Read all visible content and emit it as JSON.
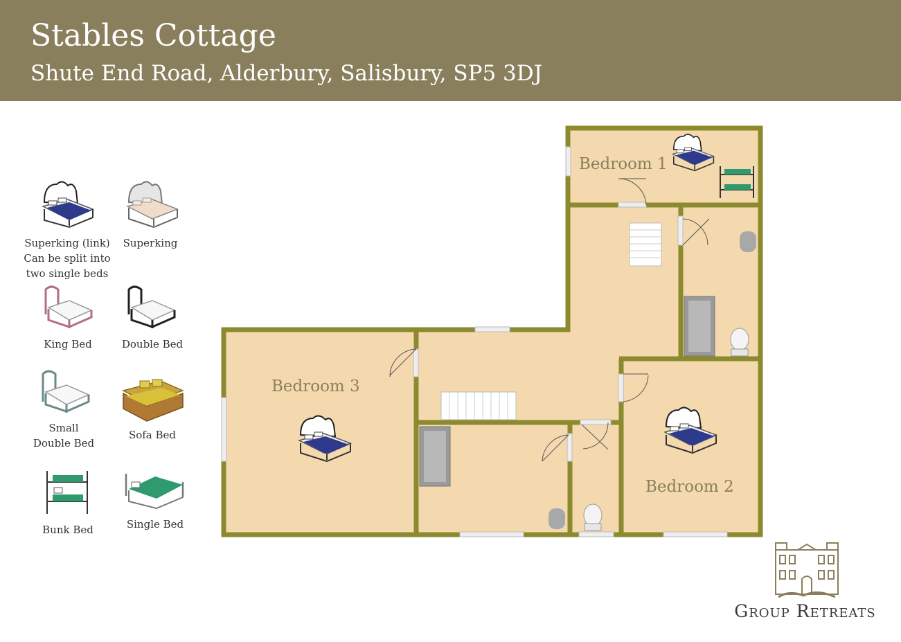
{
  "header": {
    "title": "Stables Cottage",
    "subtitle": "Shute End Road, Alderbury, Salisbury, SP5 3DJ",
    "background_color": "#8a7f5c"
  },
  "legend": {
    "items": [
      {
        "label": "Superking (link)\nCan be split into\ntwo single beds",
        "icon": "superking-link-bed-icon"
      },
      {
        "label": "Superking",
        "icon": "superking-bed-icon"
      },
      {
        "label": "King Bed",
        "icon": "king-bed-icon"
      },
      {
        "label": "Double Bed",
        "icon": "double-bed-icon"
      },
      {
        "label": "Small\nDouble Bed",
        "icon": "small-double-bed-icon"
      },
      {
        "label": "Sofa Bed",
        "icon": "sofa-bed-icon"
      },
      {
        "label": "Bunk Bed",
        "icon": "bunk-bed-icon"
      },
      {
        "label": "Single Bed",
        "icon": "single-bed-icon"
      }
    ]
  },
  "floorplan": {
    "rooms": {
      "bedroom1": "Bedroom 1",
      "bedroom2": "Bedroom 2",
      "bedroom3": "Bedroom 3"
    },
    "colors": {
      "wall": "#8c8a2e",
      "floor": "#f5d9ae",
      "fixture": "#9a9a9a",
      "bed_blue": "#2e3a8c"
    }
  },
  "logo": {
    "text": "Group Retreats",
    "color": "#8a7f5c"
  }
}
